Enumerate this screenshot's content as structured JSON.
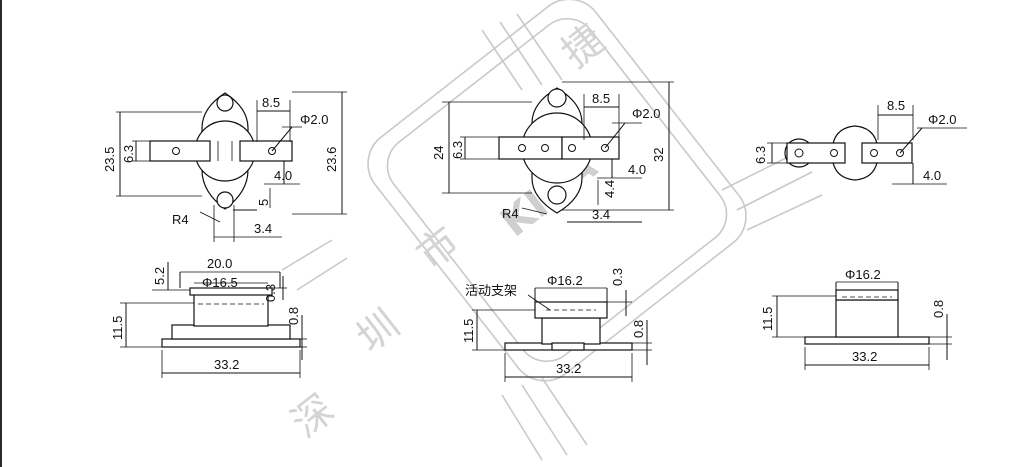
{
  "watermark": {
    "brand": "KIKA",
    "chars": [
      "深",
      "圳",
      "市",
      "捷"
    ]
  },
  "views": {
    "left_top": {
      "d_pitch": "8.5",
      "d_hole": "Φ2.0",
      "d_height_total": "23.5",
      "d_width_tab": "6.3",
      "d_height_right": "23.6",
      "d_tab_offset": "4.0",
      "d_gap": "5",
      "d_radius": "R4",
      "d_slot": "3.4"
    },
    "center_top": {
      "d_pitch": "8.5",
      "d_hole": "Φ2.0",
      "d_height_total": "24",
      "d_width_tab": "6.3",
      "d_height_right": "32",
      "d_tab_offset": "4.0",
      "d_gap": "4.4",
      "d_radius": "R4",
      "d_slot": "3.4"
    },
    "right_top": {
      "d_pitch": "8.5",
      "d_hole": "Φ2.0",
      "d_width_tab": "6.3",
      "d_tab_offset": "4.0"
    },
    "left_side": {
      "d_flange": "20.0",
      "d_diameter": "Φ16.5",
      "d_cap": "5.2",
      "d_thick_top": "0.3",
      "d_height": "11.5",
      "d_base": "0.8",
      "d_length": "33.2"
    },
    "center_side": {
      "d_diameter": "Φ16.2",
      "d_thick_top": "0.3",
      "label_bracket": "活动支架",
      "d_height": "11.5",
      "d_base": "0.8",
      "d_length": "33.2"
    },
    "right_side": {
      "d_diameter": "Φ16.2",
      "d_height": "11.5",
      "d_base": "0.8",
      "d_length": "33.2"
    }
  }
}
